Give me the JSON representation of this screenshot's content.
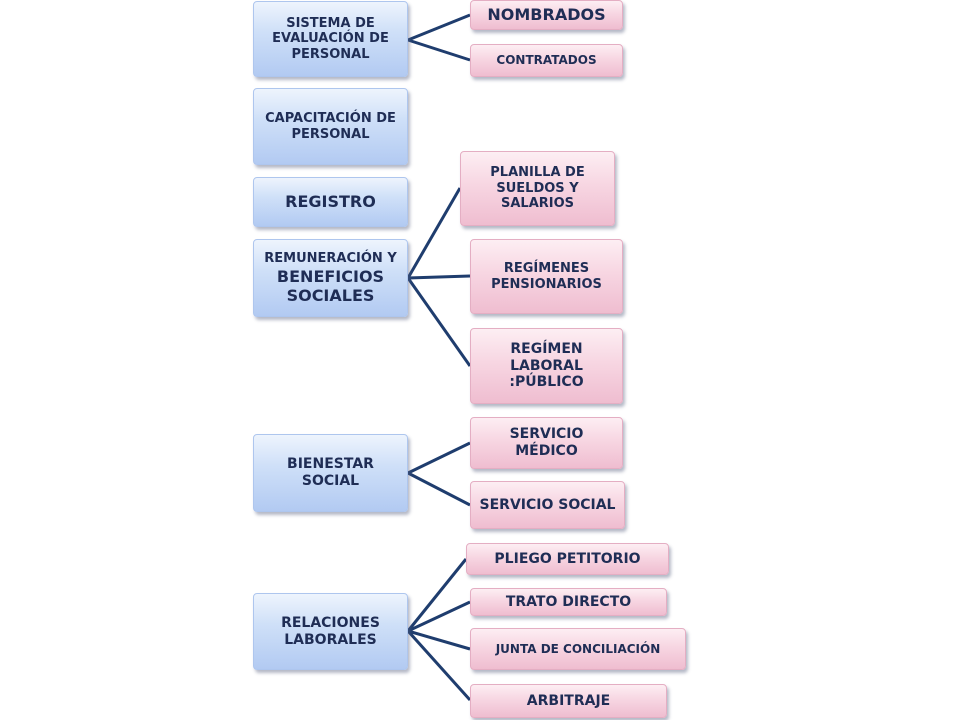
{
  "diagram": {
    "nodes": {
      "sep": "SISTEMA DE EVALUACIÓN DE PERSONAL",
      "nombrados": "NOMBRADOS",
      "contratados": "CONTRATADOS",
      "capacitacion": "CAPACITACIÓN DE PERSONAL",
      "registro": "REGISTRO",
      "remuneracion_1": "REMUNERACIÓN Y",
      "remuneracion_2": "BENEFICIOS SOCIALES",
      "planilla": "PLANILLA DE SUELDOS Y SALARIOS",
      "regimenes": "REGÍMENES PENSIONARIOS",
      "regimen_laboral": "REGÍMEN LABORAL :PÚBLICO",
      "bienestar": "BIENESTAR SOCIAL",
      "servicio_medico": "SERVICIO MÉDICO",
      "servicio_social": "SERVICIO SOCIAL",
      "relaciones": "RELACIONES LABORALES",
      "pliego": "PLIEGO PETITORIO",
      "trato": "TRATO DIRECTO",
      "junta": "JUNTA DE CONCILIACIÓN",
      "arbitraje": "ARBITRAJE"
    }
  }
}
